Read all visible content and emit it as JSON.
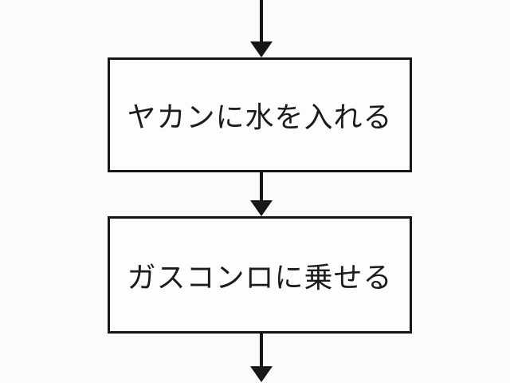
{
  "diagram": {
    "type": "flowchart",
    "title": "",
    "nodes": [
      {
        "id": "step1",
        "shape": "process-rectangle",
        "label": "ヤカンに水を入れる"
      },
      {
        "id": "step2",
        "shape": "process-rectangle",
        "label": "ガスコンロに乗せる"
      }
    ],
    "edges": [
      {
        "from": "offscreen-top",
        "to": "step1",
        "style": "arrow-down"
      },
      {
        "from": "step1",
        "to": "step2",
        "style": "arrow-down"
      },
      {
        "from": "step2",
        "to": "offscreen-bottom",
        "style": "arrow-down"
      }
    ],
    "colors": {
      "line": "#161616",
      "background": "#fbfbfb",
      "box_fill": "#fdfdfd",
      "text": "#1c1c1c"
    }
  }
}
